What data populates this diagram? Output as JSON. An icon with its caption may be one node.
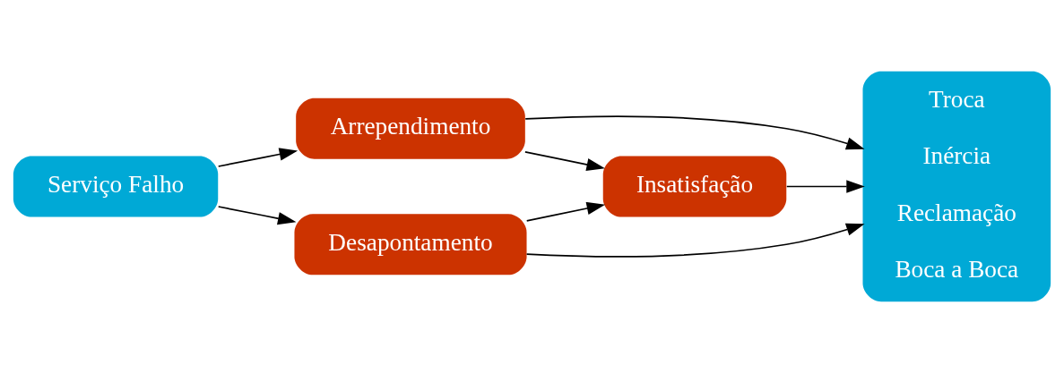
{
  "diagram": {
    "nodes": [
      {
        "text": [
          "Serviço Falho"
        ]
      },
      {
        "text": [
          "Arrependimento"
        ]
      },
      {
        "text": [
          "Desapontamento"
        ]
      },
      {
        "text": [
          "Insatisfação"
        ]
      },
      {
        "text": [
          "Troca",
          "Inércia",
          "Reclamação",
          "Boca a Boca"
        ]
      }
    ],
    "edges": [
      {
        "from": 0,
        "to": 1,
        "arrow": "to"
      },
      {
        "from": 0,
        "to": 2,
        "arrow": "to"
      },
      {
        "from": 1,
        "to": 3,
        "arrow": "to"
      },
      {
        "from": 2,
        "to": 3,
        "arrow": "to"
      },
      {
        "from": 1,
        "to": 4,
        "arrow": "to"
      },
      {
        "from": 3,
        "to": 4,
        "arrow": "to"
      },
      {
        "from": 2,
        "to": 4,
        "arrow": "to"
      }
    ]
  }
}
